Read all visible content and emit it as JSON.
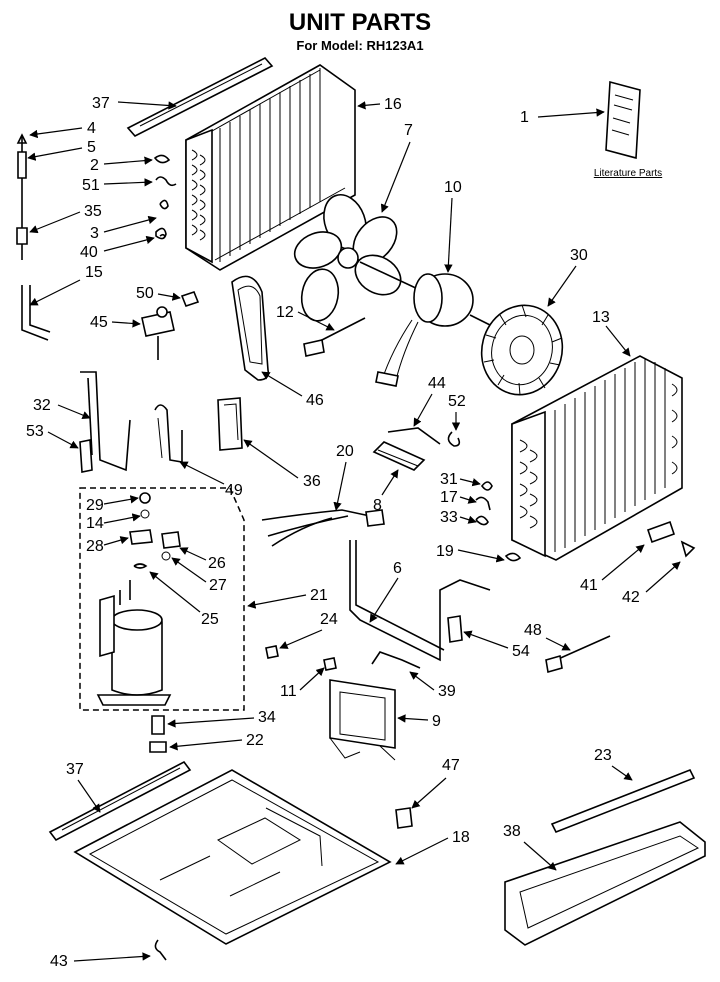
{
  "header": {
    "title": "UNIT PARTS",
    "subtitle": "For Model: RH123A1"
  },
  "literature_label": "Literature Parts",
  "callouts": [
    "1",
    "2",
    "3",
    "4",
    "5",
    "6",
    "7",
    "8",
    "9",
    "10",
    "11",
    "12",
    "13",
    "14",
    "15",
    "16",
    "17",
    "18",
    "19",
    "20",
    "21",
    "22",
    "23",
    "24",
    "25",
    "26",
    "27",
    "28",
    "29",
    "30",
    "31",
    "32",
    "33",
    "34",
    "35",
    "36",
    "37",
    "37",
    "38",
    "39",
    "40",
    "41",
    "42",
    "43",
    "44",
    "45",
    "46",
    "47",
    "48",
    "49",
    "50",
    "51",
    "52",
    "53",
    "54"
  ]
}
